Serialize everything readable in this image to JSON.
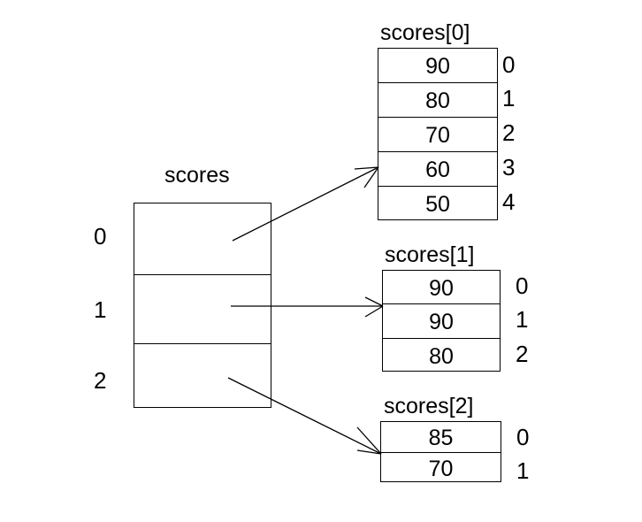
{
  "diagram": {
    "type": "2d-jagged-array-memory-diagram",
    "background_color": "#ffffff",
    "line_color": "#000000",
    "text_color": "#000000",
    "outer_array": {
      "name": "scores",
      "title": "scores",
      "index_labels": [
        "0",
        "1",
        "2"
      ],
      "cell_count": 3
    },
    "sub_arrays": [
      {
        "title": "scores[0]",
        "values": [
          "90",
          "80",
          "70",
          "60",
          "50"
        ],
        "index_labels": [
          "0",
          "1",
          "2",
          "3",
          "4"
        ],
        "length": 5
      },
      {
        "title": "scores[1]",
        "values": [
          "90",
          "90",
          "80"
        ],
        "index_labels": [
          "0",
          "1",
          "2"
        ],
        "length": 3
      },
      {
        "title": "scores[2]",
        "values": [
          "85",
          "70"
        ],
        "index_labels": [
          "0",
          "1"
        ],
        "length": 2
      }
    ],
    "pointers": [
      {
        "from_cell": "0",
        "to_array": "scores[0]"
      },
      {
        "from_cell": "1",
        "to_array": "scores[1]"
      },
      {
        "from_cell": "2",
        "to_array": "scores[2]"
      }
    ]
  }
}
